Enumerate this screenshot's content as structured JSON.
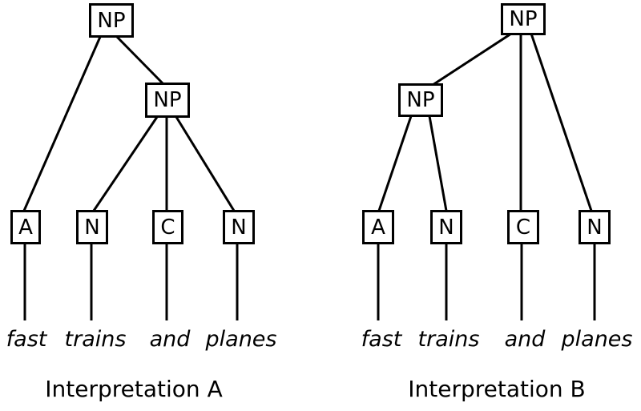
{
  "colors": {
    "background": "#ffffff",
    "line": "#000000",
    "box_border": "#000000",
    "box_fill": "#ffffff",
    "text": "#000000"
  },
  "sentence": "fast trains and planes",
  "tree_a": {
    "caption": "Interpretation A",
    "root_label": "NP",
    "inner_label": "NP",
    "leaves": [
      {
        "label": "A",
        "word": "fast"
      },
      {
        "label": "N",
        "word": "trains"
      },
      {
        "label": "C",
        "word": "and"
      },
      {
        "label": "N",
        "word": "planes"
      }
    ],
    "edges": [
      [
        "NP-root",
        "A"
      ],
      [
        "NP-root",
        "NP-inner"
      ],
      [
        "NP-inner",
        "N-trains"
      ],
      [
        "NP-inner",
        "C-and"
      ],
      [
        "NP-inner",
        "N-planes"
      ]
    ]
  },
  "tree_b": {
    "caption": "Interpretation B",
    "root_label": "NP",
    "inner_label": "NP",
    "leaves": [
      {
        "label": "A",
        "word": "fast"
      },
      {
        "label": "N",
        "word": "trains"
      },
      {
        "label": "C",
        "word": "and"
      },
      {
        "label": "N",
        "word": "planes"
      }
    ],
    "edges": [
      [
        "NP-root",
        "NP-inner"
      ],
      [
        "NP-root",
        "C-and"
      ],
      [
        "NP-root",
        "N-planes"
      ],
      [
        "NP-inner",
        "A-fast"
      ],
      [
        "NP-inner",
        "N-trains"
      ]
    ]
  }
}
